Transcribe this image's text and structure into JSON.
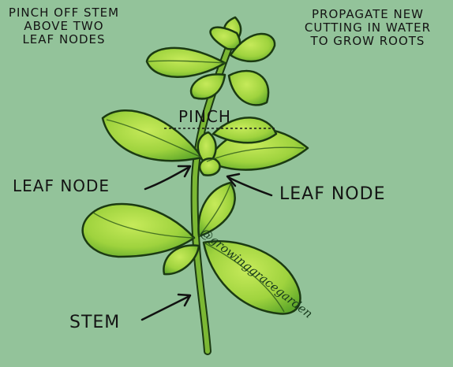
{
  "labels": {
    "top_left": "PINCH OFF STEM\nABOVE TWO\nLEAF NODES",
    "top_right": "PROPAGATE NEW\nCUTTING IN WATER\nTO GROW ROOTS",
    "pinch": "PINCH",
    "leaf_node_left": "LEAF NODE",
    "leaf_node_right": "LEAF NODE",
    "stem": "STEM"
  },
  "watermark": "@growinggracegarden",
  "colors": {
    "background": "#93c39a",
    "leaf_light": "#b5e04a",
    "leaf_dark": "#5fa82a",
    "stem": "#6fae2e",
    "outline": "#1b3a12"
  }
}
